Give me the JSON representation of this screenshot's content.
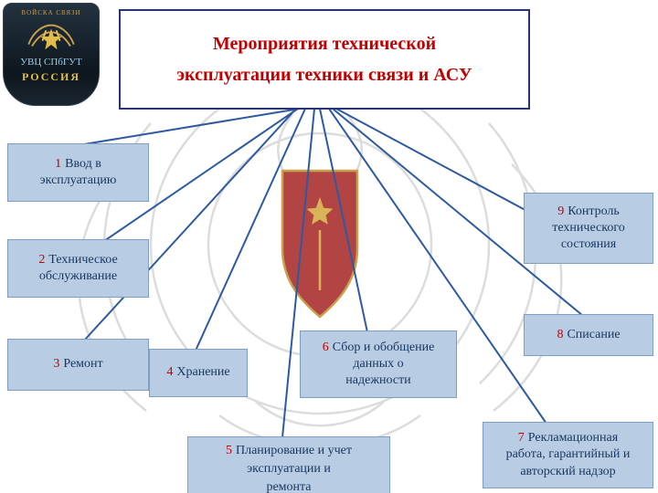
{
  "slide": {
    "title_line1": "Мероприятия технической",
    "title_line2": "эксплуатации техники связи и АСУ"
  },
  "logo": {
    "arc_text": "ВОЙСКА СВЯЗИ",
    "line1": "УВЦ СПбГУТ",
    "line2": "РОССИЯ",
    "icon": "winged-star-signal-troops-emblem"
  },
  "nodes": [
    {
      "num": "1",
      "label": "Ввод в\nэксплуатацию"
    },
    {
      "num": "2",
      "label": "Техническое\nобслуживание"
    },
    {
      "num": "3",
      "label": "Ремонт"
    },
    {
      "num": "4",
      "label": "Хранение"
    },
    {
      "num": "5",
      "label": "Планирование и учет\nэксплуатации и\nремонта"
    },
    {
      "num": "6",
      "label": "Сбор и обобщение\nданных о\nнадежности"
    },
    {
      "num": "7",
      "label": "Рекламационная\nработа, гарантийный и\nавторский надзор"
    },
    {
      "num": "8",
      "label": "Списание"
    },
    {
      "num": "9",
      "label": "Контроль\nтехнического\nсостояния"
    }
  ],
  "watermark": "double-headed-eagle-emblem",
  "colors": {
    "node_fill": "#b8cce4",
    "node_border": "#7f9dc4",
    "number_red": "#c00000",
    "node_text": "#17375e",
    "title_red": "#c00000",
    "title_border": "#28337d",
    "connector_blue": "#2e5aa0",
    "shield_red": "#b24444",
    "emblem_gold": "#c9a14d"
  }
}
